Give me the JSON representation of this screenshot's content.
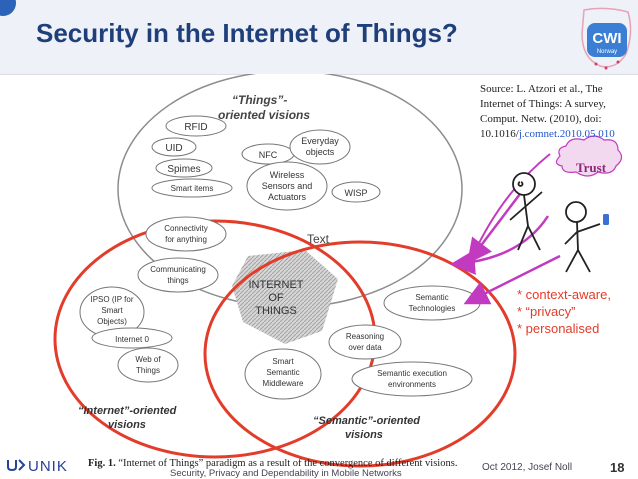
{
  "slide": {
    "title": "Security in the Internet of Things?",
    "logo_text": "CWI",
    "logo_subtext": "Norway",
    "source": {
      "line1": "Source: L. Atzori et al., The",
      "line2": "Internet of Things: A survey,",
      "line3": "Comput. Netw. (2010), doi:",
      "line4_prefix": "10.1016/",
      "line4_link": "j.comnet.2010.05.010"
    },
    "trust_label": "Trust",
    "properties": [
      "* context-aware,",
      "* “privacy”",
      "* personalised"
    ],
    "text_placeholder": "Text"
  },
  "diagram": {
    "things_title_1": "“Things”-",
    "things_title_2": "oriented visions",
    "things_items": {
      "rfid": "RFID",
      "uid": "UID",
      "spimes": "Spimes",
      "smart_items": "Smart items",
      "nfc": "NFC",
      "everyday_1": "Everyday",
      "everyday_2": "objects",
      "wsn_1": "Wireless",
      "wsn_2": "Sensors and",
      "wsn_3": "Actuators",
      "wisp": "WISP"
    },
    "internet_items": {
      "connectivity_1": "Connectivity",
      "connectivity_2": "for anything",
      "communicating_1": "Communicating",
      "communicating_2": "things",
      "ipso_1": "IPSO (IP for",
      "ipso_2": "Smart",
      "ipso_3": "Objects)",
      "internet0": "Internet 0",
      "web_1": "Web of",
      "web_2": "Things"
    },
    "center_1": "INTERNET",
    "center_2": "OF",
    "center_3": "THINGS",
    "middleware_1": "Smart",
    "middleware_2": "Semantic",
    "middleware_3": "Middleware",
    "semantic_items": {
      "tech_1": "Semantic",
      "tech_2": "Technologies",
      "reason_1": "Reasoning",
      "reason_2": "over data",
      "exec_1": "Semantic execution",
      "exec_2": "environments"
    },
    "internet_title_1": "“Internet”-oriented",
    "internet_title_2": "visions",
    "semantic_title_1": "“Semantic”-oriented",
    "semantic_title_2": "visions"
  },
  "footer": {
    "unik": "UNIK",
    "figure_label": "Fig. 1.",
    "figure_caption": "“Internet of Things” paradigm as a result of the convergence of different visions.",
    "center": "Security, Privacy and Dependability in Mobile Networks",
    "date": "Oct 2012, Josef Noll",
    "page": "18"
  },
  "colors": {
    "title": "#1f3f7a",
    "red_circle": "#e23c2a",
    "magenta_arrow": "#c23ac0",
    "unik_blue": "#27409a"
  }
}
